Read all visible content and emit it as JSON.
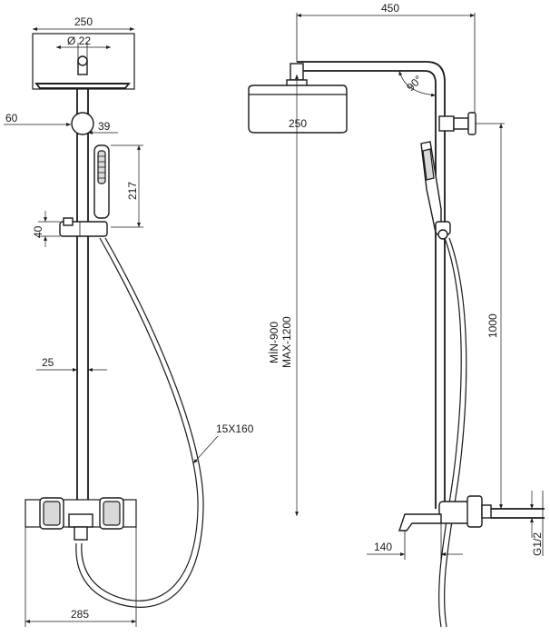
{
  "front_view": {
    "head_width": "250",
    "head_diameter": "Ø 22",
    "rail_offset": "60",
    "holder_offset": "39",
    "handshower_length": "217",
    "slider_height": "40",
    "rail_diameter": "25",
    "hose_spec": "15X160",
    "mixer_width": "285"
  },
  "side_view": {
    "arm_reach": "450",
    "head_width": "250",
    "arm_angle": "90°",
    "height_min": "MİN-900",
    "height_max": "MAX-1200",
    "rail_length": "1000",
    "spout_length": "140",
    "connection": "G1/2"
  }
}
